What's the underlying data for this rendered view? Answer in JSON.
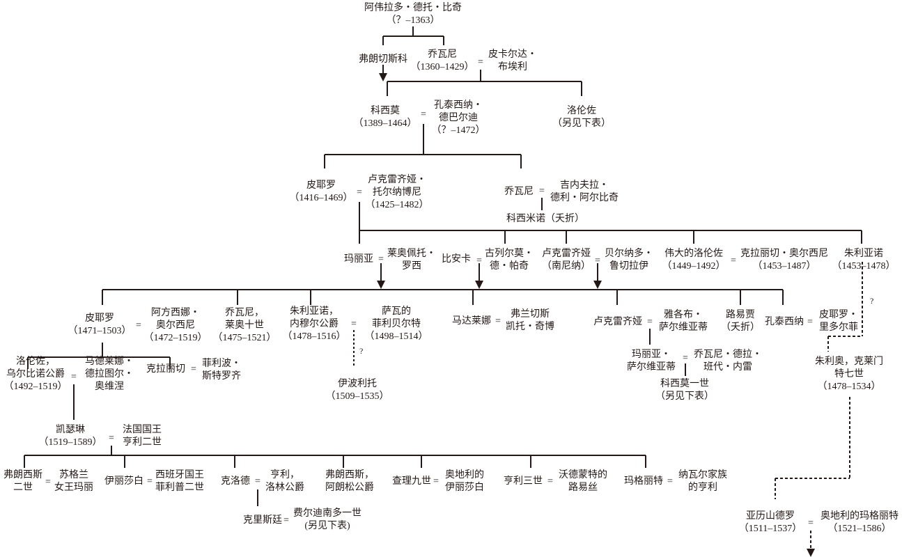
{
  "marriage_symbol": "=",
  "uncertain_symbol": "?",
  "line_color": "#231815",
  "people": {
    "averardo": "阿伟拉多・德托・比奇\n（？–1363）",
    "francesco": "弗朗切斯科",
    "giovanni_1360": "乔瓦尼\n（1360–1429）",
    "piccarda": "皮卡尔达・\n布埃利",
    "cosimo": "科西莫\n（1389–1464）",
    "contessina_bardi": "孔泰西纳・\n德巴尔迪\n（？–1472）",
    "lorenzo_elder": "洛伦佐\n（另见下表）",
    "piero_1416": "皮耶罗\n（1416–1469）",
    "lucrezia_tornabuoni": "卢克雷齐娅・\n托尔纳博尼\n（1425–1482）",
    "giovanni_son": "乔瓦尼",
    "ginevra": "吉内夫拉・\n德利・阿尔比奇",
    "cosimino": "科西米诺（夭折）",
    "maria": "玛丽亚",
    "leonetto": "莱奥佩托・\n罗西",
    "bianca": "比安卡",
    "guglielmo": "古列尔莫・\n德・帕奇",
    "lucrezia_nannina": "卢克雷齐娅\n（南尼纳）",
    "bernardo": "贝尔纳多・\n鲁切拉伊",
    "lorenzo_magnificent": "伟大的洛伦佐\n（1449–1492）",
    "clarice_orsini": "克拉丽切・奥尔西尼\n（1453–1487）",
    "giuliano_1453": "朱利亚诺\n（1453–1478）",
    "piero_1471": "皮耶罗\n（1471–1503）",
    "alfonsina": "阿方西娜・\n奥尔西尼\n（1472–1519）",
    "leo_x": "乔瓦尼，\n莱奥十世\n（1475–1521）",
    "giuliano_nemours": "朱利亚诺，\n内穆尔公爵\n（1478–1516）",
    "filiberta": "萨瓦的\n菲利贝尔特\n（1498–1514）",
    "maddalena": "马达莱娜",
    "franceschetto": "弗兰切斯\n凯托・奇博",
    "lucrezia_1470": "卢克雷齐娅",
    "jacopo": "雅各布・\n萨尔维亚蒂",
    "luigia": "路易贾\n（夭折）",
    "contessina_1478": "孔泰西纳",
    "piero_ridolfi": "皮耶罗・\n里多尔菲",
    "maria_salviati": "玛丽亚・\n萨尔维亚蒂",
    "giovanni_bande_nere": "乔瓦尼・德拉・\n班代・内雷",
    "cosimo_i": "科西莫一世\n（另见下表）",
    "clement_vii": "朱利奥，克莱门\n特七世\n（1478–1534）",
    "lorenzo_urbino": "洛伦佐，\n乌尔比诺公爵\n（1492–1519）",
    "madeleine": "马德莱娜・\n德拉图尔・\n奥维涅",
    "clarice_1489": "克拉丽切",
    "filippo_strozzi": "菲利波・\n斯特罗齐",
    "ippolito": "伊波利托\n（1509–1535）",
    "catherine": "凯瑟琳\n（1519–1589）",
    "henry_ii": "法国国王\n亨利二世",
    "francis_ii": "弗朗西斯\n二世",
    "mary_scots": "苏格兰\n女王玛丽",
    "elisabeth": "伊丽莎白",
    "philip_ii": "西班牙国王\n菲利普二世",
    "claude": "克洛德",
    "henri_lorraine": "亨利，\n洛林公爵",
    "francis_alencon": "弗朗西斯，\n阿朗松公爵",
    "christine": "克里斯廷",
    "ferdinando_i": "费尔迪南多一世\n(另见下表)",
    "charles_ix": "查理九世",
    "elisabeth_austria": "奥地利的\n伊丽莎白",
    "henry_iii": "亨利三世",
    "louise": "沃德蒙特的\n路易丝",
    "margaret_valois": "玛格丽特",
    "henry_navarre": "纳瓦尔家族\n的亨利",
    "alessandro": "亚历山德罗\n（1511–1537）",
    "margaret_austria": "奥地利的玛格丽特\n（1521–1586）"
  }
}
